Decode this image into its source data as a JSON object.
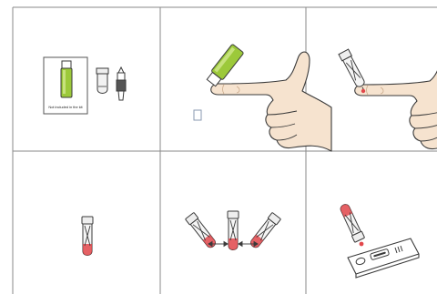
{
  "figure": {
    "note_caption": "Not included in the kit",
    "panels": [
      {
        "id": "step-1",
        "subject": "kit-contents"
      },
      {
        "id": "step-2",
        "subject": "lancet-on-finger"
      },
      {
        "id": "step-3",
        "subject": "collect-blood-drop"
      },
      {
        "id": "step-4",
        "subject": "tube-with-blood"
      },
      {
        "id": "step-5",
        "subject": "invert-and-mix-tube"
      },
      {
        "id": "step-6",
        "subject": "apply-drop-to-test-cassette"
      }
    ]
  },
  "colors": {
    "grid_line": "#8a8a8a",
    "lancet_green": "#9cc93a",
    "blood_red": "#e2474b",
    "skin": "#f6e3cf",
    "outline": "#3a3a3a"
  }
}
